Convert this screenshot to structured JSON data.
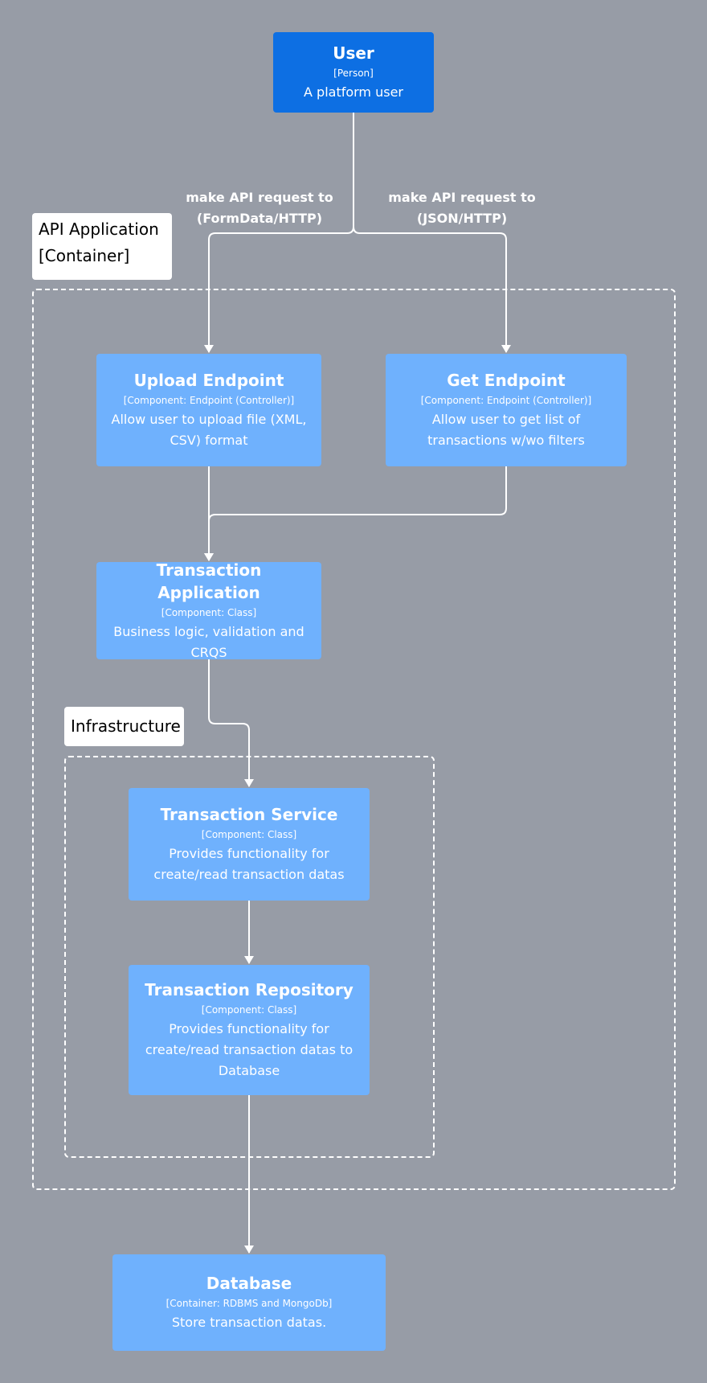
{
  "colors": {
    "background": "#979ca6",
    "person": "#0d6fe3",
    "component": "#6fb1fd",
    "line": "#ffffff"
  },
  "nodes": {
    "user": {
      "title": "User",
      "type": "[Person]",
      "desc": "A platform user"
    },
    "upload_endpoint": {
      "title": "Upload Endpoint",
      "type": "[Component: Endpoint (Controller)]",
      "desc": "Allow user to upload file (XML, CSV) format"
    },
    "get_endpoint": {
      "title": "Get Endpoint",
      "type": "[Component: Endpoint (Controller)]",
      "desc": "Allow user to get list of transactions w/wo filters"
    },
    "transaction_application": {
      "title": "Transaction Application",
      "type": "[Component: Class]",
      "desc": "Business logic, validation and CRQS"
    },
    "transaction_service": {
      "title": "Transaction Service",
      "type": "[Component: Class]",
      "desc": "Provides functionality for create/read transaction datas"
    },
    "transaction_repository": {
      "title": "Transaction Repository",
      "type": "[Component: Class]",
      "desc": "Provides functionality for create/read transaction datas to Database"
    },
    "database": {
      "title": "Database",
      "type": "[Container: RDBMS and MongoDb]",
      "desc": "Store transaction datas."
    }
  },
  "boundaries": {
    "api_application": {
      "label_line1": "API Application",
      "label_line2": "[Container]"
    },
    "infrastructure": {
      "label": "Infrastructure"
    }
  },
  "edges": {
    "user_to_upload": {
      "line1": "make API request to",
      "line2": "(FormData/HTTP)"
    },
    "user_to_get": {
      "line1": "make API request to",
      "line2": "(JSON/HTTP)"
    }
  }
}
